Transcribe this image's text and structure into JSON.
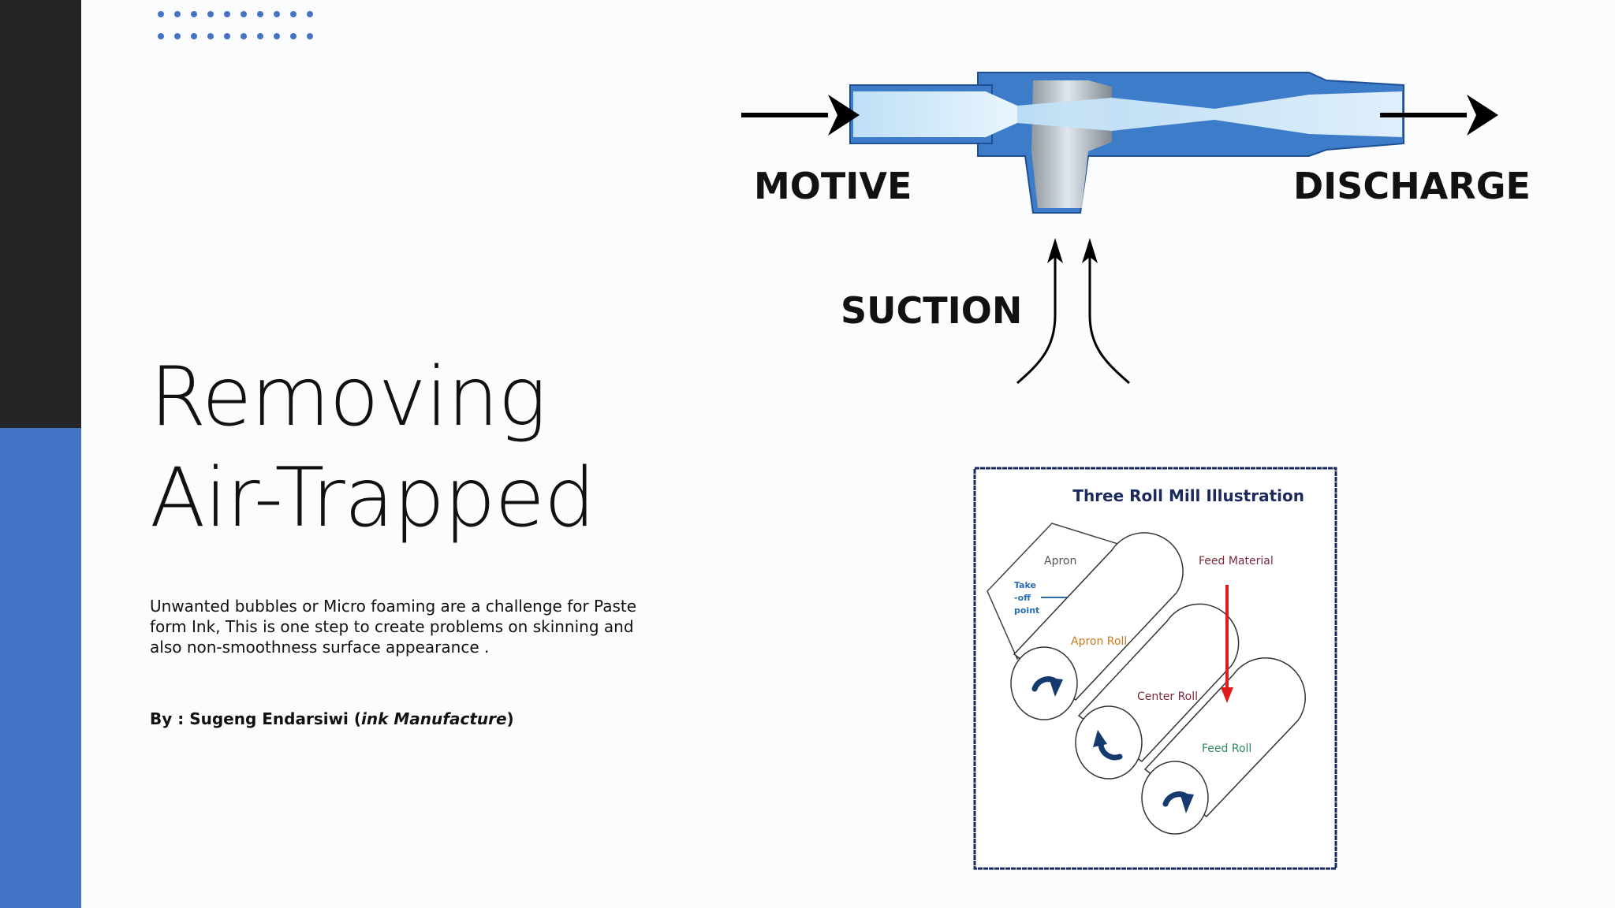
{
  "slide": {
    "title_line1": "Removing",
    "title_line2": "Air-Trapped",
    "description": "Unwanted bubbles or Micro foaming are a challenge for Paste form Ink, This is one step to create problems on skinning and also non-smoothness surface appearance .",
    "byline_prefix": "By : Sugeng Endarsiwi (",
    "byline_role": "ink Manufacture",
    "byline_suffix": ")"
  },
  "ejector_diagram": {
    "motive_label": "MOTIVE",
    "discharge_label": "DISCHARGE",
    "suction_label": "SUCTION"
  },
  "mill_diagram": {
    "title": "Three Roll Mill Illustration",
    "apron": "Apron",
    "take_off_line1": "Take",
    "take_off_line2": "-off",
    "take_off_line3": "point",
    "feed_material": "Feed Material",
    "apron_roll": "Apron Roll",
    "center_roll": "Center Roll",
    "feed_roll": "Feed Roll"
  },
  "colors": {
    "accent_blue": "#4472c4",
    "dark_bar": "#252525",
    "pipe_blue": "#3d7cc9",
    "pipe_light": "#cfe6f7",
    "red_arrow": "#e01b1b",
    "mill_frame": "#1b2a5e",
    "arrow_navy": "#143a6e",
    "label_orange": "#c97a1e",
    "label_maroon": "#7a2a3a",
    "label_green": "#2e8a5a",
    "label_blue": "#2a6cb0"
  }
}
